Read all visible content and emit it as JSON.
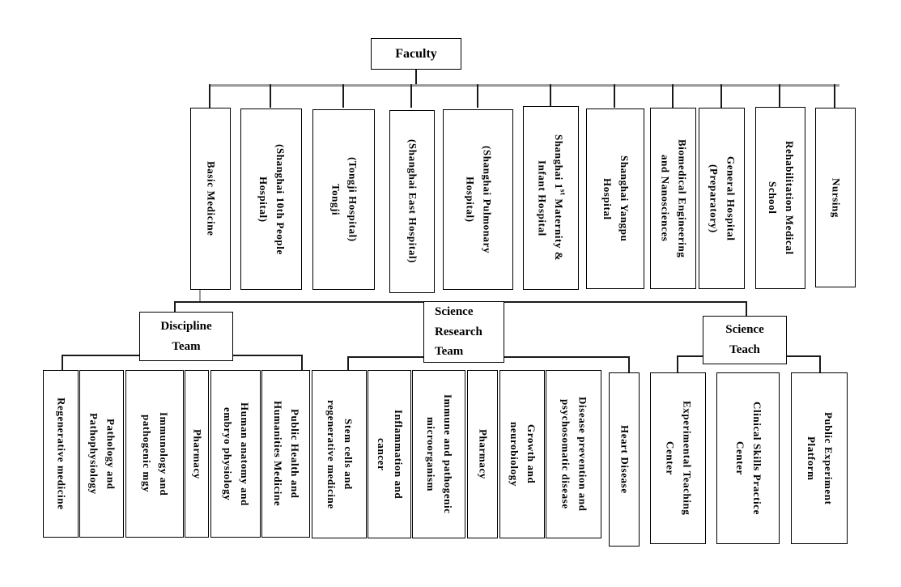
{
  "title_box": {
    "label": "Faculty"
  },
  "faculty_units": [
    {
      "id": "basic-medicine",
      "lines": [
        "Basic Medicine"
      ]
    },
    {
      "id": "shanghai-10th-people-hospital",
      "lines": [
        "(Shanghai 10th People",
        "Hospital)"
      ]
    },
    {
      "id": "tongji-hospital-tongji",
      "lines": [
        "(Tongji Hospital)",
        "Tongji"
      ]
    },
    {
      "id": "shanghai-east-hospital",
      "lines": [
        "(Shanghai East Hospital)"
      ]
    },
    {
      "id": "shanghai-pulmonary-hospital",
      "lines": [
        "(Shanghai Pulmonary",
        "Hospital)"
      ]
    },
    {
      "id": "shanghai-1st-maternity-infant-hospital",
      "sup_line": {
        "pre": "Shanghai 1",
        "sup": "st",
        "post": " Maternity &"
      },
      "lines": [
        "Infant Hospital"
      ]
    },
    {
      "id": "shanghai-yangpu-hospital",
      "lines": [
        "Shanghai Yangpu",
        "Hospital"
      ]
    },
    {
      "id": "biomedical-engineering-nanosciences",
      "lines": [
        "Biomedical Engineering",
        "and Nanosciences"
      ]
    },
    {
      "id": "general-hospital-preparatory",
      "lines": [
        "General Hospital",
        "(Preparatory)"
      ]
    },
    {
      "id": "rehabilitation-medical-school",
      "lines": [
        "Rehabilitation Medical",
        "School"
      ]
    },
    {
      "id": "nursing",
      "lines": [
        "Nursing"
      ]
    }
  ],
  "teams": {
    "discipline": {
      "title_lines": [
        "Discipline",
        "Team"
      ],
      "children": [
        {
          "lines": [
            "Regenerative medicine"
          ]
        },
        {
          "lines": [
            "Pathology and",
            "Pathophysiology"
          ]
        },
        {
          "lines": [
            "Immunology and",
            "pathogenic mgy"
          ]
        },
        {
          "lines": [
            "Pharmacy"
          ]
        },
        {
          "lines": [
            "Human anatomy and",
            "embryo physiology"
          ]
        },
        {
          "lines": [
            "Public Health and",
            "Humanities Medicine"
          ]
        }
      ]
    },
    "research": {
      "title_lines": [
        "Science",
        "Research",
        "Team"
      ],
      "children": [
        {
          "lines": [
            "Stem cells and",
            "regenerative medicine"
          ]
        },
        {
          "lines": [
            "Inflammation and",
            "cancer"
          ]
        },
        {
          "lines": [
            "Immune and pathogenic",
            "microorganism"
          ]
        },
        {
          "lines": [
            "Pharmacy"
          ]
        },
        {
          "lines": [
            "Growth and",
            "neurobiology"
          ]
        },
        {
          "lines": [
            "Disease prevention and",
            "psychosomatic disease"
          ]
        },
        {
          "lines": [
            "Heart Disease"
          ]
        }
      ]
    },
    "teach": {
      "title_lines": [
        "Science",
        "Teach"
      ],
      "children": [
        {
          "lines": [
            "Experimental Teaching",
            "Center"
          ]
        },
        {
          "lines": [
            "Clinical Skills Practice",
            "Center"
          ]
        },
        {
          "lines": [
            "Public Experiment",
            "Platform"
          ]
        }
      ]
    }
  },
  "colors": {
    "connector": "#1a1a1a",
    "top_bus": "#9a9a9a",
    "border": "#000000",
    "text": "#000000",
    "background": "#ffffff"
  }
}
